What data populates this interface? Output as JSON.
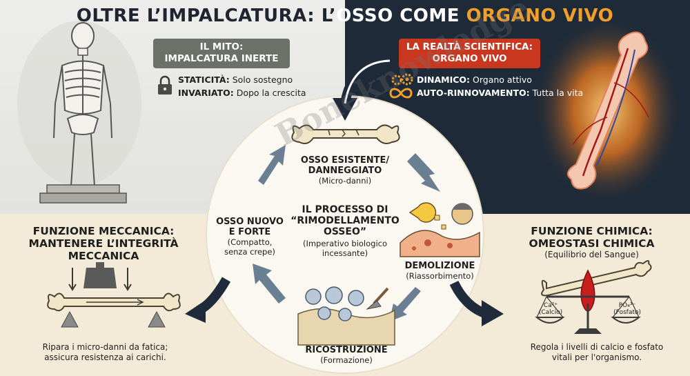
{
  "title": {
    "part1": "OLTRE L’IMPALCATURA: L’",
    "part2": "OSSO COME ",
    "part3": "ORGANO VIVO"
  },
  "myth": {
    "heading_line1": "IL MITO:",
    "heading_line2": "IMPALCATURA INERTE",
    "items": [
      {
        "label": "STATICITÀ:",
        "text": " Solo sostegno",
        "icon": "lock-icon"
      },
      {
        "label": "INVARIATO:",
        "text": " Dopo la crescita",
        "icon": "none"
      }
    ]
  },
  "reality": {
    "heading_line1": "LA REALTÀ SCIENTIFICA:",
    "heading_line2": "ORGANO VIVO",
    "items": [
      {
        "label": "DINAMICO:",
        "text": " Organo attivo",
        "icon": "gears-icon"
      },
      {
        "label": "AUTO-RINNOVAMENTO:",
        "text": " Tutta la vita",
        "icon": "infinity-icon"
      }
    ]
  },
  "cycle": {
    "top": {
      "title_line1": "OSSO ESISTENTE/",
      "title_line2": "DANNEGGIATO",
      "sub": "(Micro-danni)"
    },
    "center": {
      "title_line1": "IL PROCESSO DI",
      "title_line2": "“RIMODELLAMENTO",
      "title_line3": "OSSEO”",
      "sub_line1": "(Imperativo biologico",
      "sub_line2": "incessante)"
    },
    "left": {
      "title_line1": "OSSO NUOVO",
      "title_line2": "E FORTE",
      "sub_line1": "(Compatto,",
      "sub_line2": "senza crepe)"
    },
    "right": {
      "title": "DEMOLIZIONE",
      "sub": "(Riassorbimento)"
    },
    "bottom": {
      "title": "RICOSTRUZIONE",
      "sub": "(Formazione)"
    }
  },
  "mechanical": {
    "title_line1": "FUNZIONE MECCANICA:",
    "title_line2": "MANTENERE L’INTEGRITÀ",
    "title_line3": "MECCANICA",
    "desc_line1": "Ripara i micro-danni da fatica;",
    "desc_line2": "assicura resistenza ai carichi."
  },
  "chemical": {
    "title_line1": "FUNZIONE CHIMICA:",
    "title_line2": "OMEOSTASI CHIMICA",
    "sub": "(Equilibrio del Sangue)",
    "calcium": "Ca²⁺",
    "calcium_label": "(Calcio)",
    "phosphate": "PO₄³⁻",
    "phosphate_label": "(Fosfato)",
    "desc_line1": "Regola i livelli di calcio e fosfato",
    "desc_line2": "vitali per l'organismo."
  },
  "watermark": "Boneknowledge"
}
